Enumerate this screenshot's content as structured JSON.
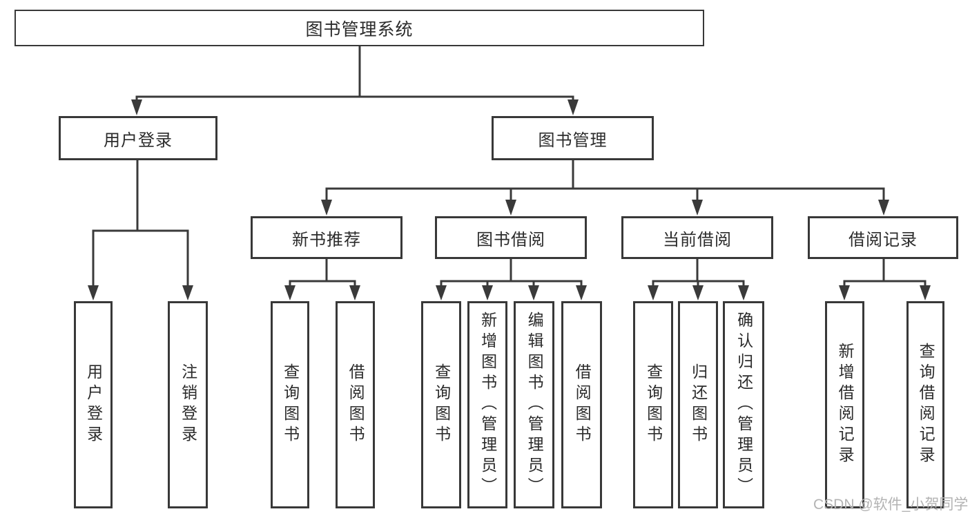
{
  "diagram": {
    "title": "图书管理系统",
    "root": {
      "label": "图书管理系统"
    },
    "level2": {
      "user_login": {
        "label": "用户登录"
      },
      "book_management": {
        "label": "图书管理"
      }
    },
    "level3": {
      "new_book_recommend": {
        "label": "新书推荐"
      },
      "book_borrow": {
        "label": "图书借阅"
      },
      "current_borrow": {
        "label": "当前借阅"
      },
      "borrow_record": {
        "label": "借阅记录"
      }
    },
    "leaves": {
      "user_login": [
        "用户登录",
        "注销登录"
      ],
      "new_book_recommend": [
        "查询图书",
        "借阅图书"
      ],
      "book_borrow": [
        "查询图书",
        "新增图书（管理员）",
        "编辑图书（管理员）",
        "借阅图书"
      ],
      "current_borrow": [
        "查询图书",
        "归还图书",
        "确认归还（管理员）"
      ],
      "borrow_record": [
        "新增借阅记录",
        "查询借阅记录"
      ]
    }
  },
  "watermark": {
    "text": "CSDN @软件_小贺同学"
  },
  "colors": {
    "line": "#3a3a3a",
    "box_border": "#383838",
    "text": "#2b2b2b",
    "watermark": "#b3b3b3",
    "background": "#ffffff"
  }
}
